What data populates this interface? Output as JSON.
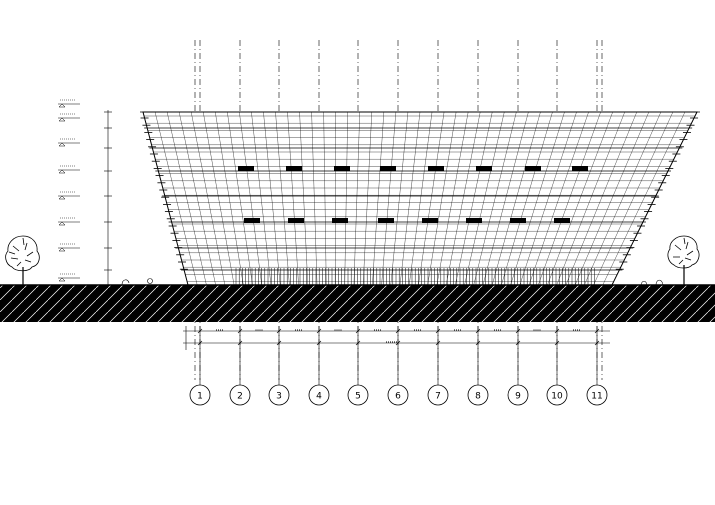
{
  "drawing": {
    "axis_labels": [
      "1",
      "2",
      "3",
      "4",
      "5",
      "6",
      "7",
      "8",
      "9",
      "10",
      "11"
    ],
    "colors": {
      "ink": "#000000",
      "paper": "#ffffff"
    },
    "icons": [
      "tree-icon",
      "ground-hatch",
      "level-marker-icon"
    ]
  }
}
